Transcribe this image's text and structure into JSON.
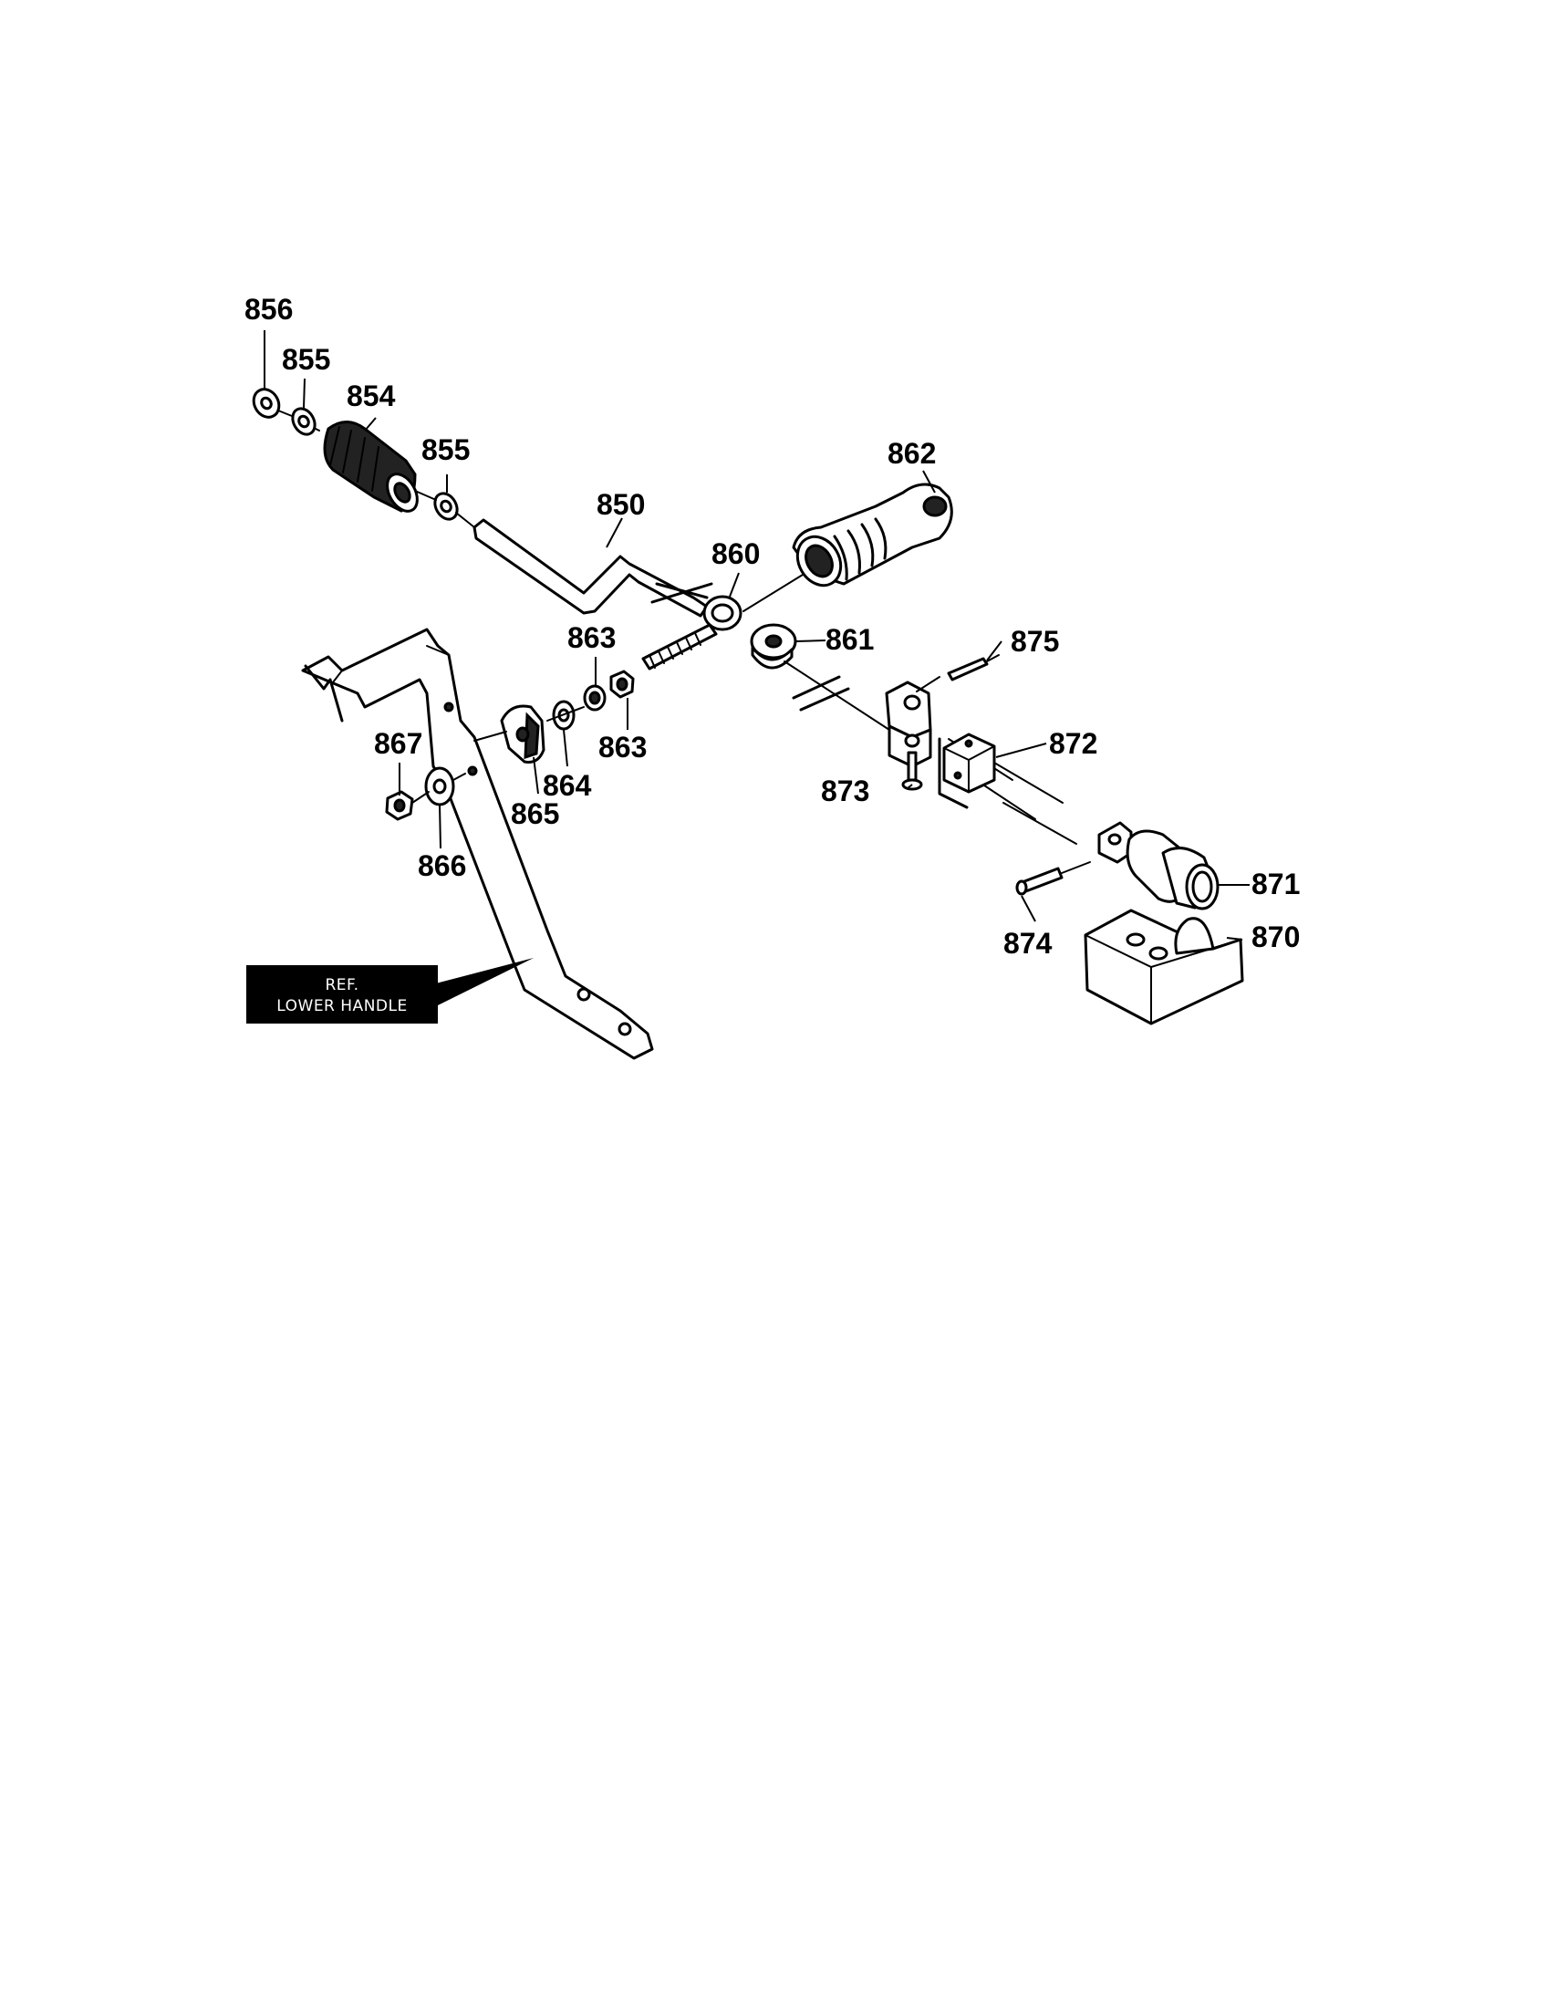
{
  "callouts": {
    "p850": "850",
    "p854": "854",
    "p855a": "855",
    "p855b": "855",
    "p856": "856",
    "p860": "860",
    "p861": "861",
    "p862": "862",
    "p863a": "863",
    "p863b": "863",
    "p864": "864",
    "p865": "865",
    "p866": "866",
    "p867": "867",
    "p870": "870",
    "p871": "871",
    "p872": "872",
    "p873": "873",
    "p874": "874",
    "p875": "875"
  },
  "reference_box": {
    "line1": "REF.",
    "line2": "LOWER HANDLE"
  }
}
